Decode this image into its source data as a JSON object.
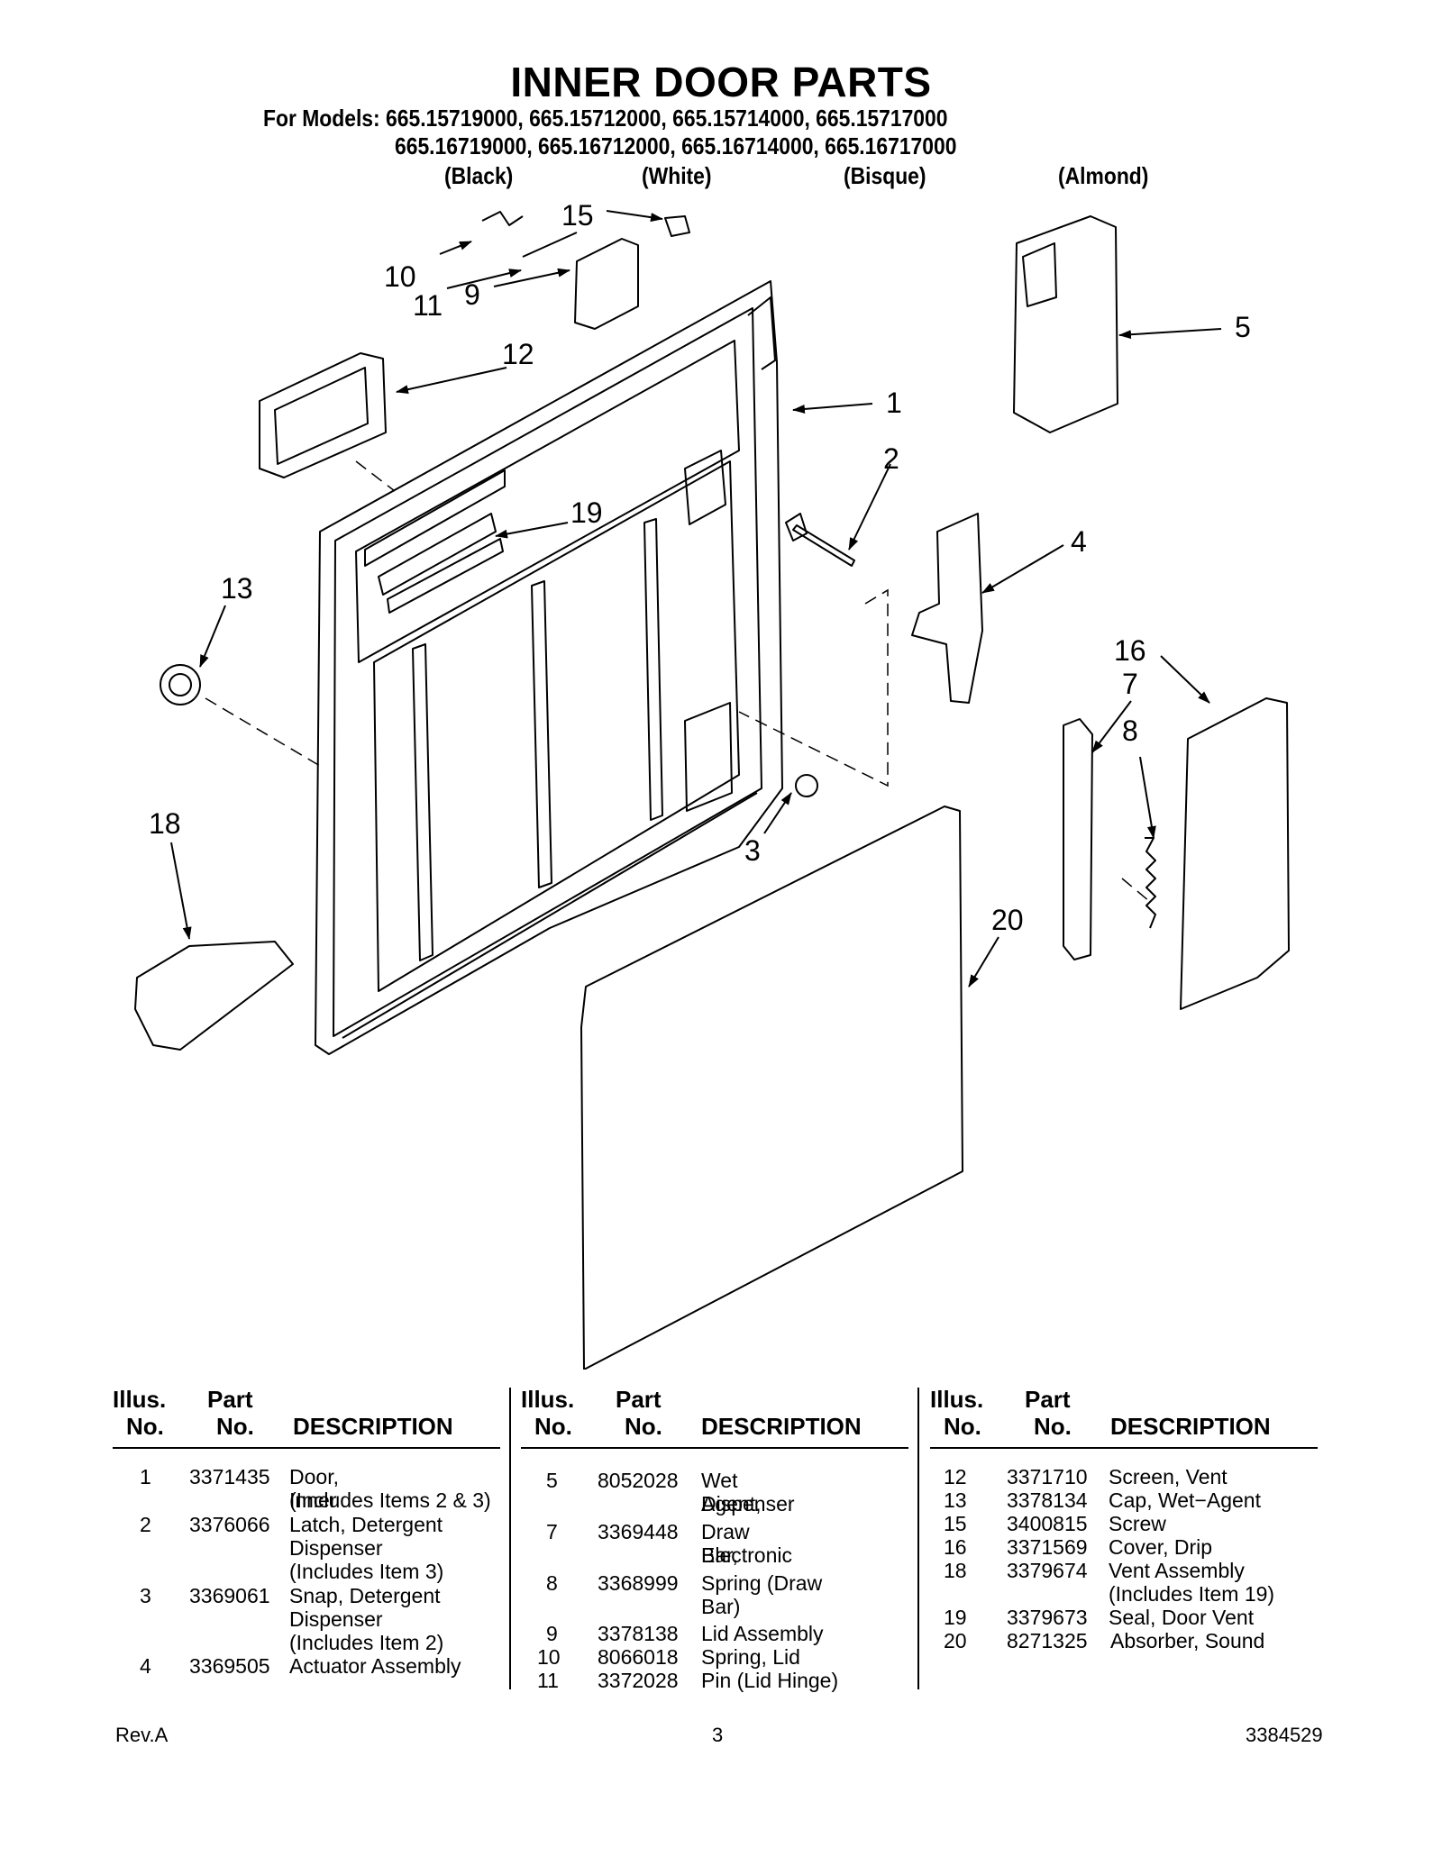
{
  "title": "INNER DOOR PARTS",
  "models": {
    "label": "For Models:",
    "line1": "665.15719000, 665.15712000, 665.15714000, 665.15717000",
    "line2": "665.16719000, 665.16712000, 665.16714000, 665.16717000",
    "colors": [
      "(Black)",
      "(White)",
      "(Bisque)",
      "(Almond)"
    ]
  },
  "callouts": [
    "1",
    "2",
    "3",
    "4",
    "5",
    "7",
    "8",
    "9",
    "10",
    "11",
    "12",
    "13",
    "15",
    "16",
    "18",
    "19",
    "20"
  ],
  "table": {
    "headers": {
      "illus1": "Illus.",
      "illus2": "No.",
      "part1": "Part",
      "part2": "No.",
      "desc": "DESCRIPTION"
    },
    "columns": [
      [
        {
          "illus": "1",
          "part": "3371435",
          "desc": [
            "Door, Inner",
            "(Includes Items 2 & 3)"
          ]
        },
        {
          "illus": "2",
          "part": "3376066",
          "desc": [
            "Latch, Detergent",
            "Dispenser",
            "(Includes Item 3)"
          ]
        },
        {
          "illus": "3",
          "part": "3369061",
          "desc": [
            "Snap, Detergent",
            "Dispenser",
            "(Includes Item 2)"
          ]
        },
        {
          "illus": "4",
          "part": "3369505",
          "desc": [
            "Actuator Assembly"
          ]
        }
      ],
      [
        {
          "illus": "5",
          "part": "8052028",
          "desc": [
            "Wet Agent,",
            "Dispenser"
          ]
        },
        {
          "illus": "7",
          "part": "3369448",
          "desc": [
            "Draw Bar,",
            "Electronic"
          ]
        },
        {
          "illus": "8",
          "part": "3368999",
          "desc": [
            "Spring (Draw",
            "Bar)"
          ]
        },
        {
          "illus": "9",
          "part": "3378138",
          "desc": [
            "Lid Assembly"
          ]
        },
        {
          "illus": "10",
          "part": "8066018",
          "desc": [
            "Spring, Lid"
          ]
        },
        {
          "illus": "11",
          "part": "3372028",
          "desc": [
            "Pin (Lid Hinge)"
          ]
        }
      ],
      [
        {
          "illus": "12",
          "part": "3371710",
          "desc": [
            "Screen, Vent"
          ]
        },
        {
          "illus": "13",
          "part": "3378134",
          "desc": [
            "Cap, Wet−Agent"
          ]
        },
        {
          "illus": "15",
          "part": "3400815",
          "desc": [
            "Screw"
          ]
        },
        {
          "illus": "16",
          "part": "3371569",
          "desc": [
            "Cover, Drip"
          ]
        },
        {
          "illus": "18",
          "part": "3379674",
          "desc": [
            "Vent Assembly",
            "(Includes Item 19)"
          ]
        },
        {
          "illus": "19",
          "part": "3379673",
          "desc": [
            "Seal, Door Vent"
          ]
        },
        {
          "illus": "20",
          "part": "8271325",
          "desc": [
            "Absorber, Sound"
          ]
        }
      ]
    ]
  },
  "footer": {
    "rev": "Rev.A",
    "page": "3",
    "doc_no": "3384529"
  }
}
